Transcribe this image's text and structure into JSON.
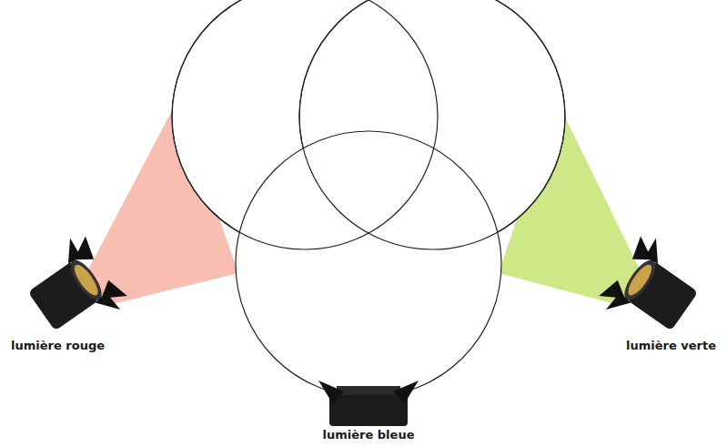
{
  "diagram": {
    "labels": [
      "lumière rouge",
      "lumière verte",
      "lumière bleue"
    ]
  }
}
